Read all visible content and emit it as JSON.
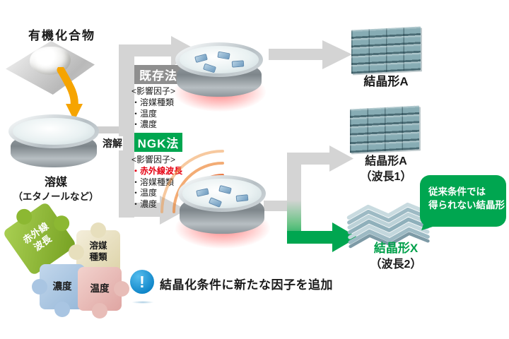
{
  "diagram": {
    "organic_compound": "有機化合物",
    "solvent_label": "溶媒",
    "solvent_sub": "（エタノールなど）",
    "dissolve": "溶解"
  },
  "existing_method": {
    "badge": "既存法",
    "factors_title": "<影響因子>",
    "factors": [
      "・溶媒種類",
      "・温度",
      "・濃度"
    ],
    "result": "結晶形A"
  },
  "ngk_method": {
    "badge": "NGK法",
    "factors_title": "<影響因子>",
    "new_factor": "・赤外線波長",
    "factors": [
      "・溶媒種類",
      "・温度",
      "・濃度"
    ],
    "result_a": "結晶形A",
    "result_a_sub": "（波長1）",
    "result_x": "結晶形X",
    "result_x_sub": "（波長2）"
  },
  "callout": {
    "line1": "従来条件では",
    "line2": "得られない結晶形"
  },
  "puzzle_pieces": [
    {
      "name": "infrared-wavelength",
      "line1": "赤外線",
      "line2": "波長",
      "color": "#8cb832"
    },
    {
      "name": "solvent-type",
      "line1": "溶媒",
      "line2": "種類",
      "color": "#ece4c3"
    },
    {
      "name": "concentration",
      "line1": "濃度",
      "color": "#a9c5e2"
    },
    {
      "name": "temperature",
      "line1": "温度",
      "color": "#e8bdb8"
    }
  ],
  "note": {
    "icon": "exclamation-icon",
    "icon_glyph": "!",
    "text": "結晶化条件に新たな因子を追加"
  },
  "colors": {
    "ngk_green": "#00a650",
    "highlight_red": "#e60012",
    "badge_gray": "#8f8f8f",
    "arrow_gray": "#d4d4d4",
    "crystal_x_label_green": "#00a04a",
    "infrared_arc_orange": "#e34b00"
  }
}
